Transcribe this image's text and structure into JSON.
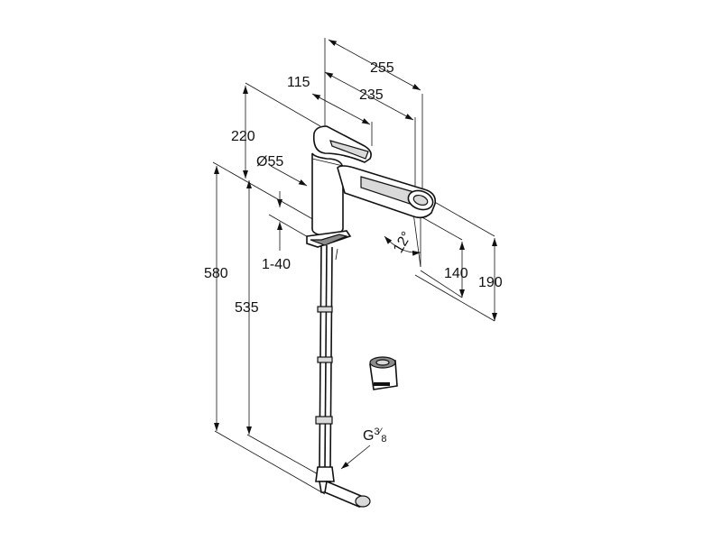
{
  "dimensions": {
    "d255": "255",
    "d235": "235",
    "d115": "115",
    "d220": "220",
    "d55": "Ø55",
    "d140": "140",
    "d190": "190",
    "d1_40": "1-40",
    "d580": "580",
    "d535": "535",
    "angle": "12°",
    "thread_g": "G",
    "thread_num": "3",
    "thread_den": "8"
  },
  "colors": {
    "line": "#111111",
    "fill_light": "#d9d9d9",
    "fill_dark": "#8a8a8a"
  }
}
